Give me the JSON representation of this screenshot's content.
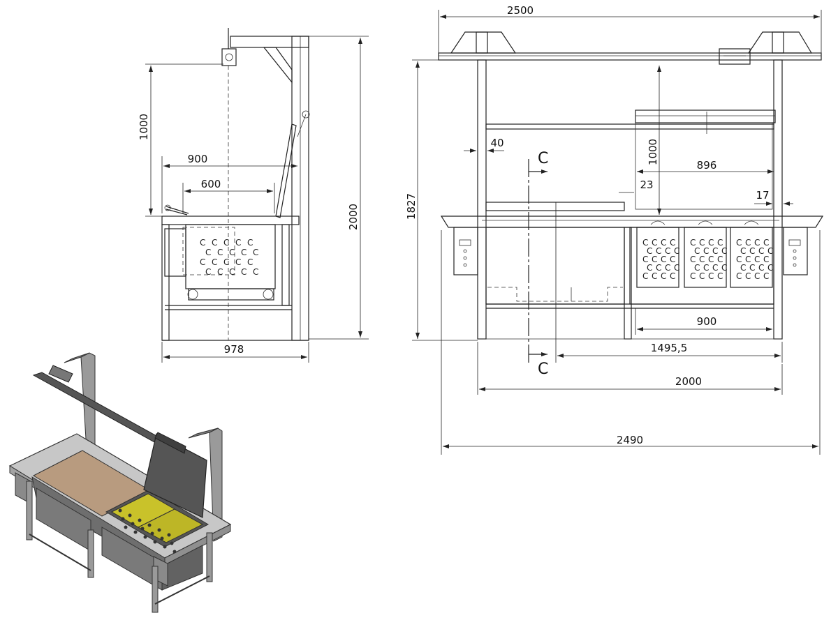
{
  "side_view": {
    "dims": {
      "height_hook": "1000",
      "depth_900": "900",
      "depth_600": "600",
      "total_height": "2000",
      "total_depth": "978"
    }
  },
  "front_view": {
    "dims": {
      "top_width": "2500",
      "offset_40": "40",
      "hook_height": "1000",
      "tank_896": "896",
      "gap_23": "23",
      "gap_17": "17",
      "height_1827": "1827",
      "tank_900": "900",
      "span_1495": "1495,5",
      "frame_2000": "2000",
      "overall_2490": "2490"
    },
    "section_label": "C"
  },
  "basket_mark": "C",
  "colors": {
    "line": "#222222",
    "steel": "#8a8a8a",
    "board": "#b89b7f",
    "basket": "#c9c22a"
  }
}
